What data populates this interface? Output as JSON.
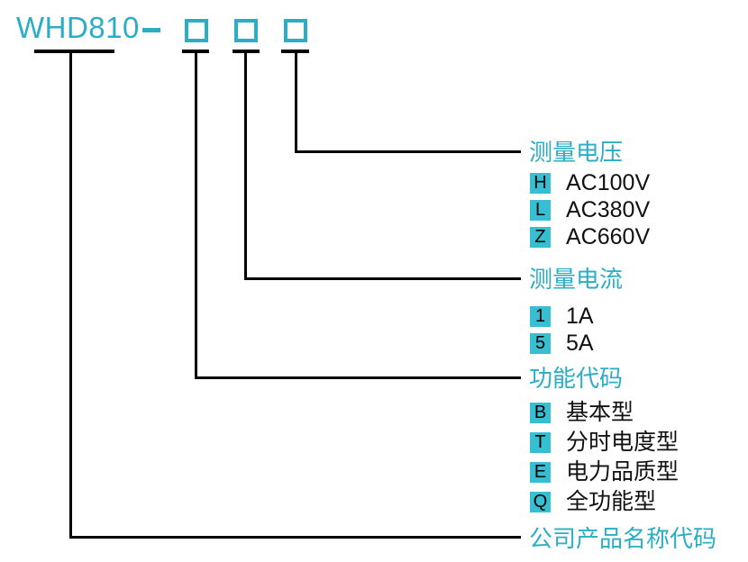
{
  "header": {
    "model": "WHD810",
    "separator": "-",
    "code_box_count": 3
  },
  "colors": {
    "teal_text": "#2BADC4",
    "badge_background": "#36BFD1",
    "line_black": "#000000"
  },
  "sections": [
    {
      "id": "voltage",
      "title": "测量电压",
      "items": [
        {
          "code": "H",
          "label": "AC100V"
        },
        {
          "code": "L",
          "label": "AC380V"
        },
        {
          "code": "Z",
          "label": "AC660V"
        }
      ]
    },
    {
      "id": "current",
      "title": "测量电流",
      "items": [
        {
          "code": "1",
          "label": "1A"
        },
        {
          "code": "5",
          "label": "5A"
        }
      ]
    },
    {
      "id": "function",
      "title": "功能代码",
      "items": [
        {
          "code": "B",
          "label": "基本型"
        },
        {
          "code": "T",
          "label": "分时电度型"
        },
        {
          "code": "E",
          "label": "电力品质型"
        },
        {
          "code": "Q",
          "label": "全功能型"
        }
      ]
    },
    {
      "id": "company",
      "title": "公司产品名称代码",
      "items": []
    }
  ]
}
